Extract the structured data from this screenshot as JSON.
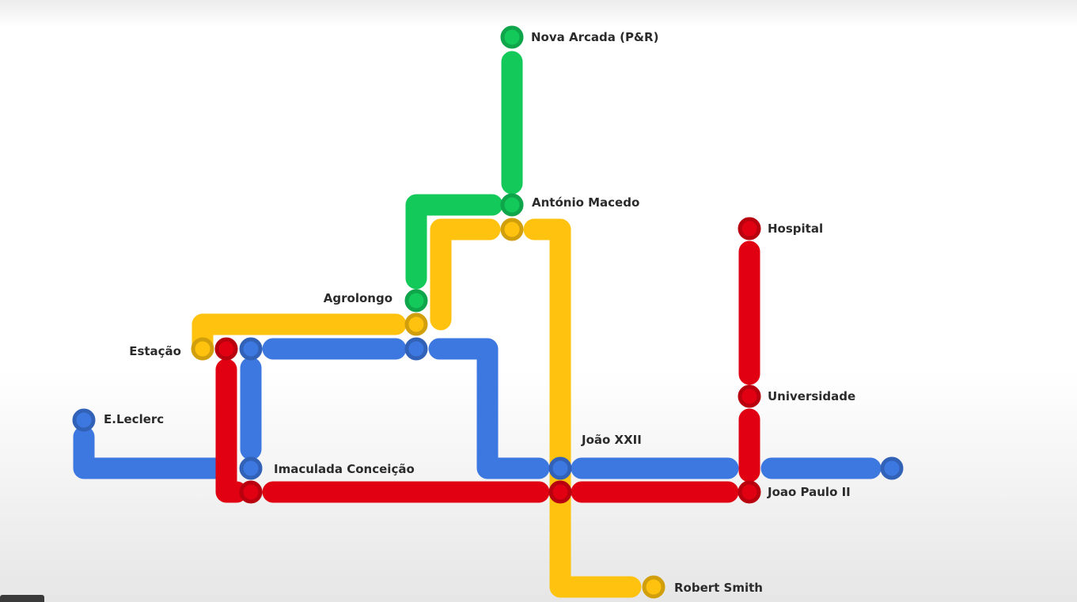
{
  "map": {
    "colors": {
      "green": "#12c95a",
      "yellow": "#ffc20e",
      "blue": "#3d78e0",
      "red": "#e00012"
    },
    "stations": {
      "nova_arcada": "Nova Arcada (P&R)",
      "antonio_macedo": "António Macedo",
      "hospital": "Hospital",
      "agrolongo": "Agrolongo",
      "estacao": "Estação",
      "universidade": "Universidade",
      "eleclerc": "E.Leclerc",
      "joao_xxii": "João XXII",
      "imaculada": "Imaculada Conceição",
      "joao_paulo": "Joao Paulo II",
      "robert_smith": "Robert Smith"
    }
  }
}
